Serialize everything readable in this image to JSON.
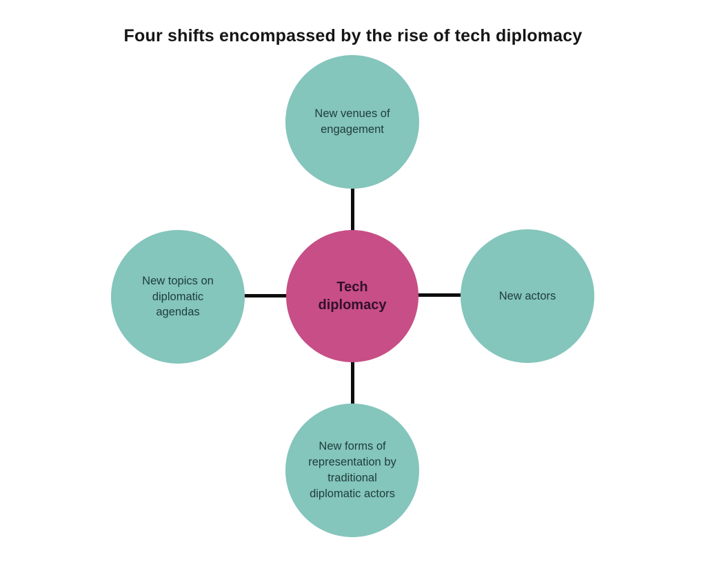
{
  "title": "Four shifts encompassed by the rise of tech diplomacy",
  "diagram": {
    "center": {
      "label": "Tech diplomacy"
    },
    "nodes": [
      {
        "position": "top",
        "label": "New venues of engagement"
      },
      {
        "position": "right",
        "label": "New actors"
      },
      {
        "position": "bottom",
        "label": "New forms of representation by traditional diplomatic actors"
      },
      {
        "position": "left",
        "label": "New topics on diplomatic agendas"
      }
    ]
  },
  "colors": {
    "background": "#ffffff",
    "outer_circle_fill": "#84c5bc",
    "center_circle_fill": "#c74e86",
    "outer_text": "#1e3c39",
    "center_text": "#32102a",
    "connector": "#0d0d0d",
    "title_text": "#151515"
  }
}
